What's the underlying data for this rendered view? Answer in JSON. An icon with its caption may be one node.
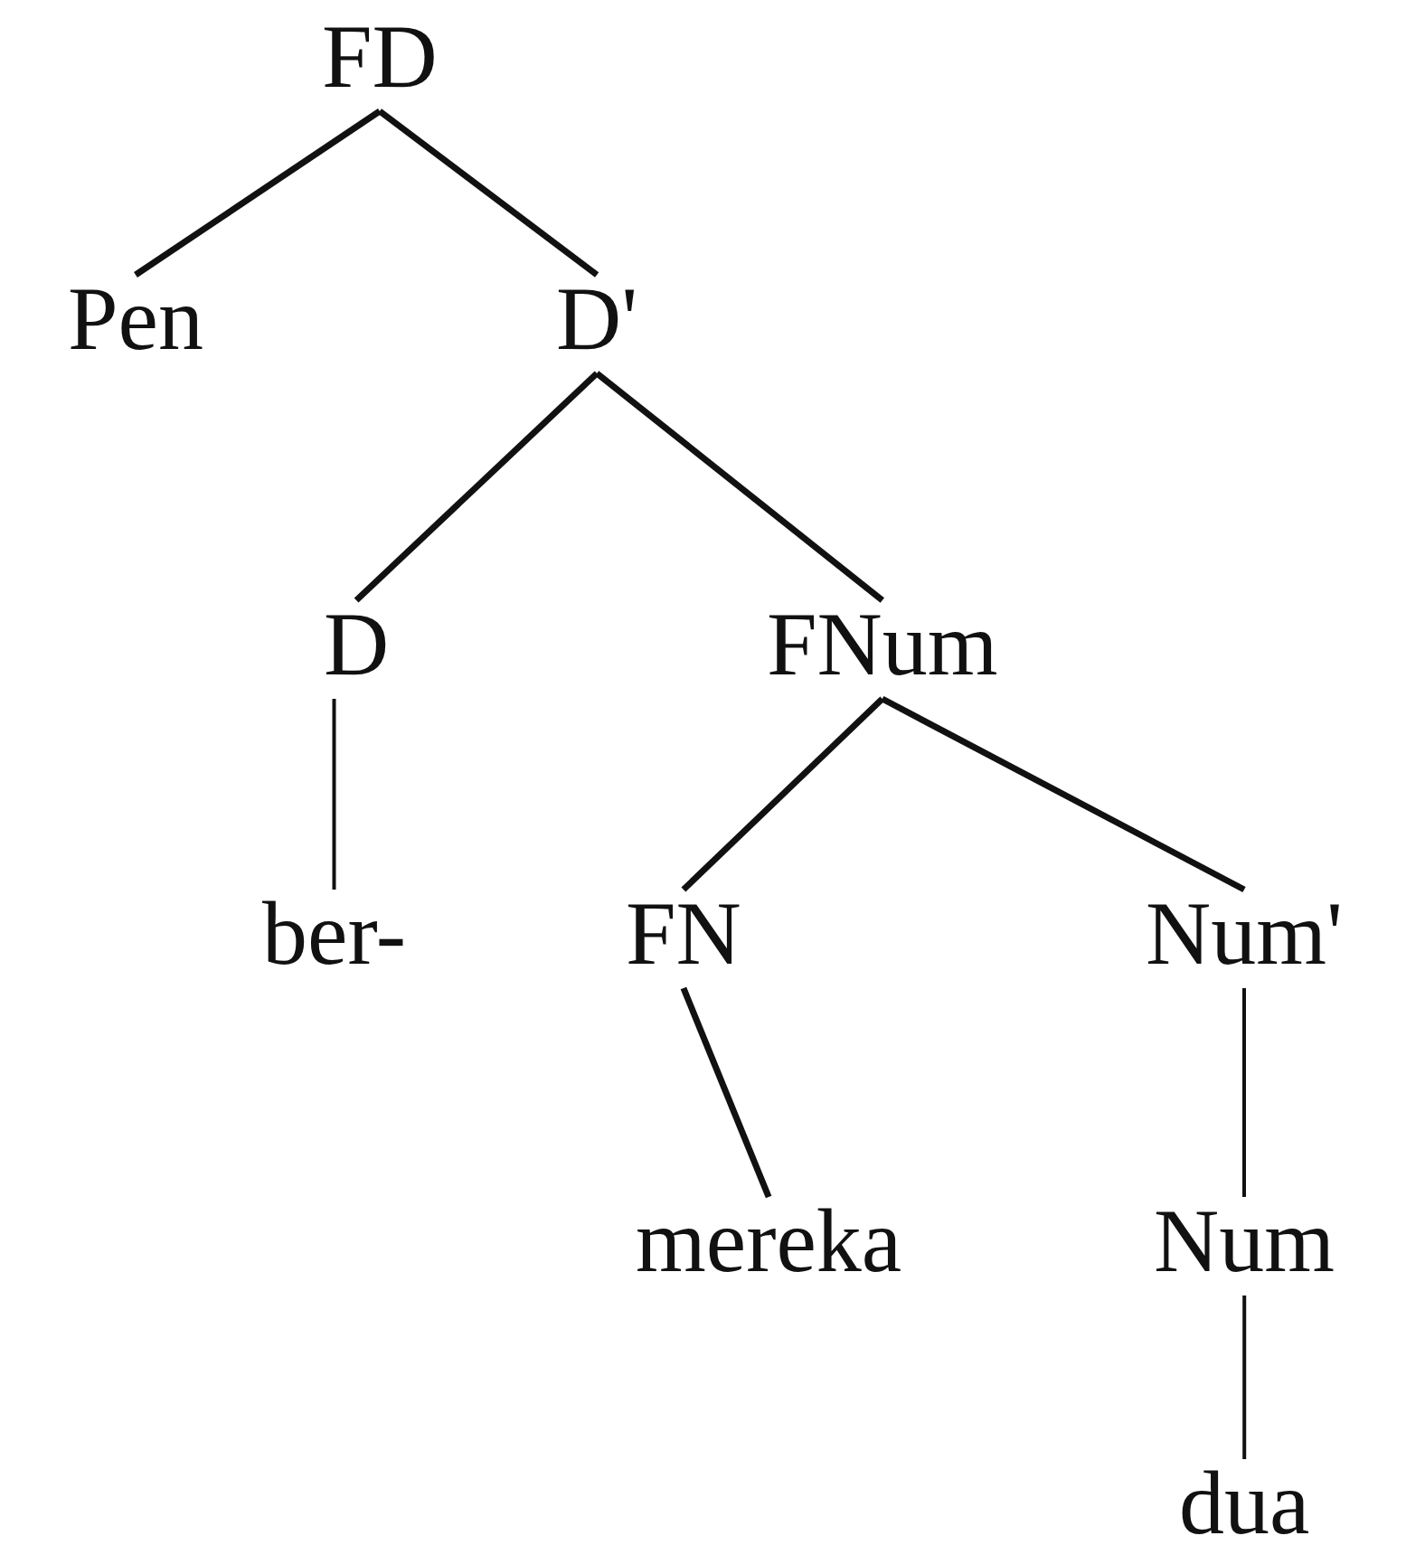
{
  "diagram": {
    "nodes": [
      {
        "text": [
          "FD"
        ]
      },
      {
        "text": [
          "Pen"
        ]
      },
      {
        "text": [
          "D'"
        ]
      },
      {
        "text": [
          "D"
        ]
      },
      {
        "text": [
          "FNum"
        ]
      },
      {
        "text": [
          "ber-"
        ]
      },
      {
        "text": [
          "FN"
        ]
      },
      {
        "text": [
          "Num'"
        ]
      },
      {
        "text": [
          "mereka"
        ]
      },
      {
        "text": [
          "Num"
        ]
      },
      {
        "text": [
          "dua"
        ]
      }
    ],
    "edges": [
      {
        "from": 0,
        "to": 1,
        "arrow": "none"
      },
      {
        "from": 0,
        "to": 2,
        "arrow": "none"
      },
      {
        "from": 2,
        "to": 3,
        "arrow": "none"
      },
      {
        "from": 2,
        "to": 4,
        "arrow": "none"
      },
      {
        "from": 3,
        "to": 5,
        "arrow": "none"
      },
      {
        "from": 4,
        "to": 6,
        "arrow": "none"
      },
      {
        "from": 4,
        "to": 7,
        "arrow": "none"
      },
      {
        "from": 6,
        "to": 8,
        "arrow": "none"
      },
      {
        "from": 7,
        "to": 9,
        "arrow": "none"
      },
      {
        "from": 9,
        "to": 10,
        "arrow": "none"
      }
    ]
  }
}
